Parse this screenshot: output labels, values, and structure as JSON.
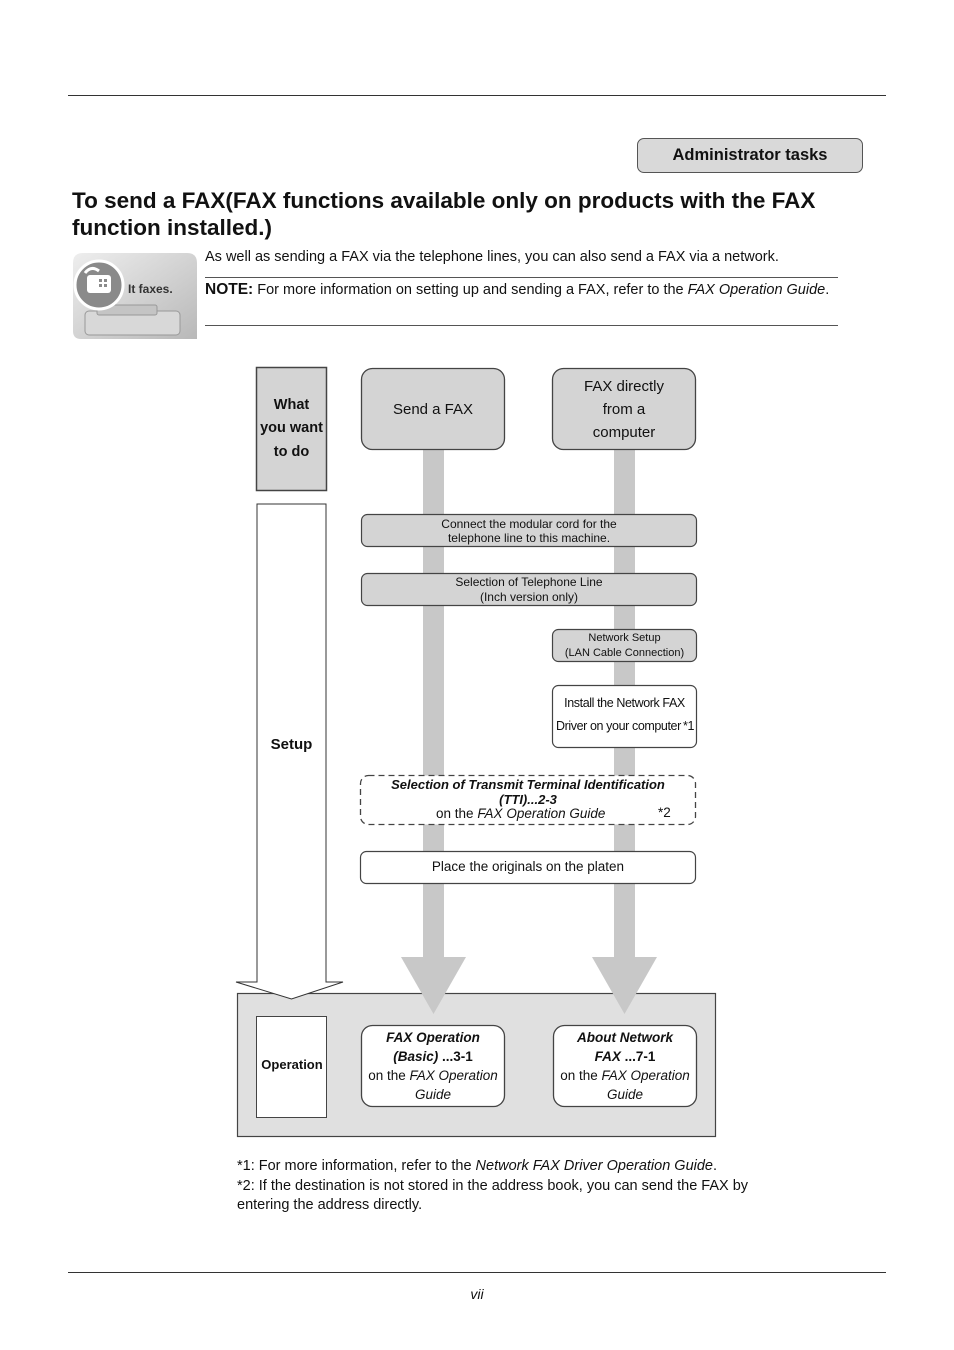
{
  "header": {
    "section_tab": "Administrator tasks"
  },
  "title": "To send a FAX(FAX functions available only on products with the FAX function installed.)",
  "icon": {
    "name": "fax-icon",
    "caption": "It faxes."
  },
  "intro": "As well as sending a FAX via the telephone lines, you can also send a FAX via a network.",
  "note": {
    "label": "NOTE:",
    "text": "For more information on setting up and sending a FAX, refer to the",
    "guide": "FAX Operation Guide",
    "end": "."
  },
  "diagram": {
    "what_label": [
      "What",
      "you want",
      "to do"
    ],
    "setup_label": "Setup",
    "operation_label": "Operation",
    "send_fax": "Send a FAX",
    "fax_from_pc": [
      "FAX directly",
      "from a",
      "computer"
    ],
    "connect_cord": [
      "Connect the modular cord for the",
      "telephone line to this machine."
    ],
    "select_line": [
      "Selection of Telephone Line",
      "(Inch version only)"
    ],
    "network_setup": [
      "Network Setup",
      "(LAN Cable Connection)"
    ],
    "install_driver": [
      "Install the Network FAX",
      "Driver on your computer",
      "*1"
    ],
    "tti": {
      "title": "Selection of Transmit Terminal Identification",
      "ref": "(TTI)...2-3",
      "on_the": "on the",
      "guide": "FAX Operation Guide",
      "mark": "*2"
    },
    "place_originals": "Place the originals on the platen",
    "fax_op_basic": {
      "line1": "FAX Operation",
      "line2_title": "(Basic)",
      "line2_ref": " ...3-1",
      "on_the": "on the",
      "guide_a": "FAX Operation",
      "guide_b": "Guide"
    },
    "about_network_fax": {
      "line1": "About Network",
      "line2_title": "FAX",
      "line2_ref": " ...7-1",
      "on_the": "on the",
      "guide_a": "FAX Operation",
      "guide_b": "Guide"
    }
  },
  "footnotes": {
    "f1_pre": "*1: For more information, refer to the",
    "f1_guide": "Network FAX Driver Operation Guide",
    "f1_end": ".",
    "f2": "*2: If the destination is not stored in the address book, you can send the FAX by entering the address directly."
  },
  "page_number": "vii",
  "colors": {
    "box_fill": "#d4d4d4",
    "arrow_fill": "#c8c8c8",
    "op_bg": "#e0e0e0",
    "border": "#444444"
  }
}
